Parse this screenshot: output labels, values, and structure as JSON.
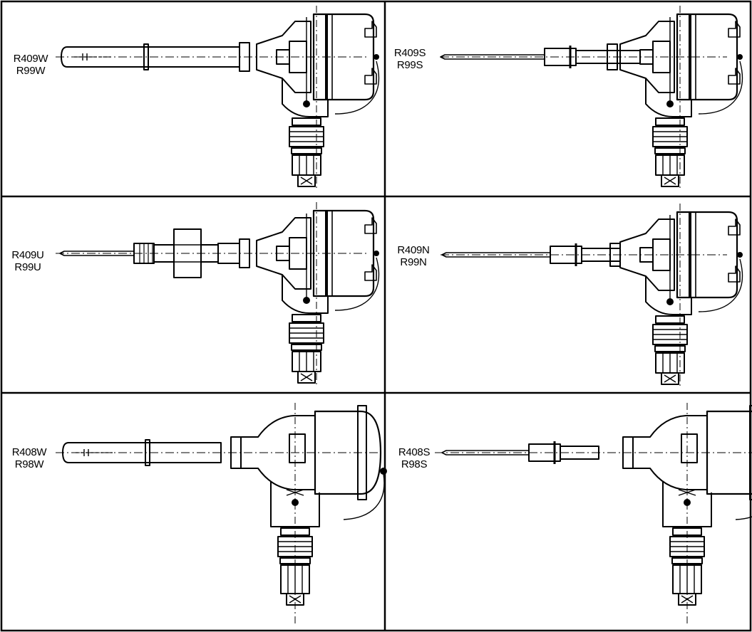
{
  "panels": [
    {
      "line1": "R409W",
      "line2": "R99W",
      "probe": "thick-well",
      "head": "square"
    },
    {
      "line1": "R409S",
      "line2": "R99S",
      "probe": "thin-stem",
      "head": "square"
    },
    {
      "line1": "R409U",
      "line2": "R99U",
      "probe": "union-fitting",
      "head": "square"
    },
    {
      "line1": "R409N",
      "line2": "R99N",
      "probe": "thin-nipple",
      "head": "square"
    },
    {
      "line1": "R408W",
      "line2": "R98W",
      "probe": "thick-well",
      "head": "round"
    },
    {
      "line1": "R408S",
      "line2": "R98S",
      "probe": "thin-stem",
      "head": "round"
    }
  ],
  "colors": {
    "line": "#000000",
    "paper": "#ffffff"
  }
}
